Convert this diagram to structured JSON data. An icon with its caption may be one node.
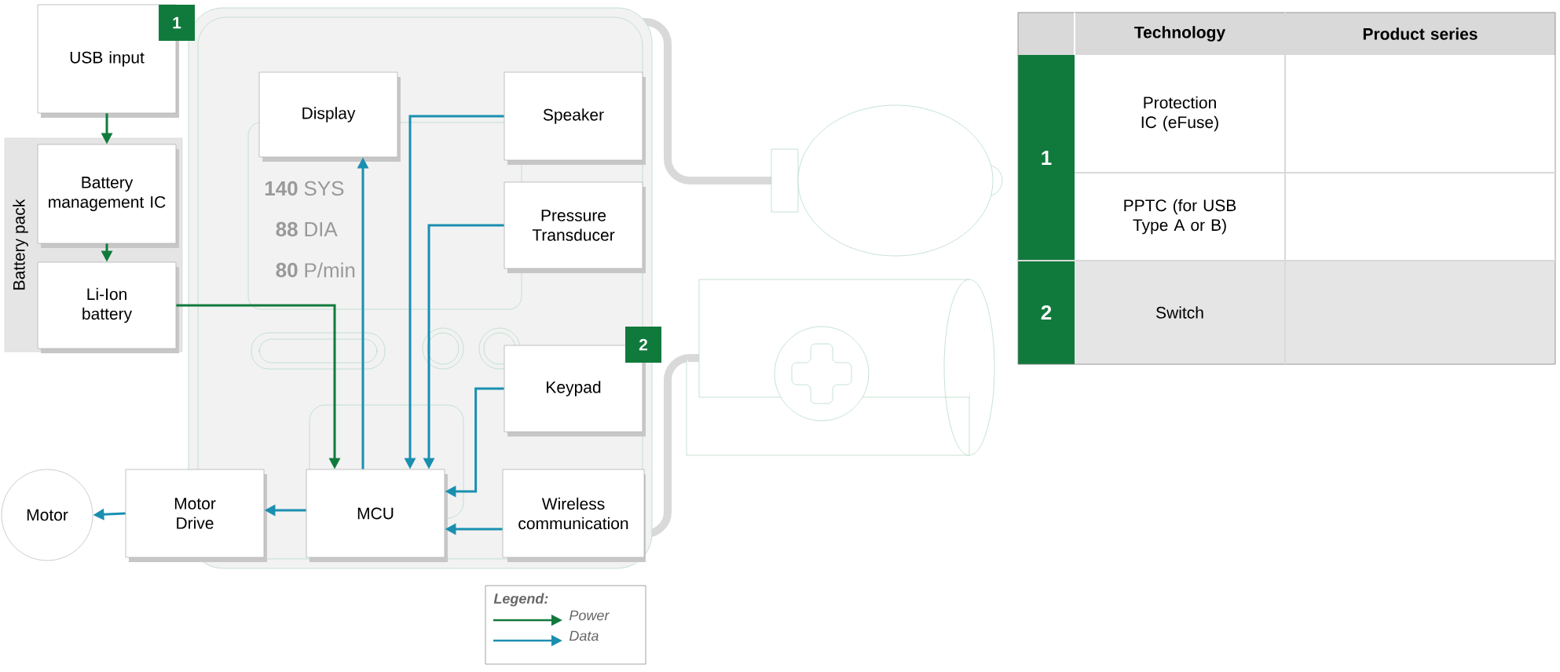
{
  "diagram": {
    "nodes": [
      {
        "text": [
          "USB input"
        ]
      },
      {
        "text": [
          "Battery pack"
        ]
      },
      {
        "text": [
          "Battery management IC"
        ],
        "in": 1
      },
      {
        "text": [
          "Li-Ion battery"
        ],
        "in": 1
      },
      {
        "text": [
          "Display"
        ]
      },
      {
        "text": [
          "Speaker"
        ]
      },
      {
        "text": [
          "Pressure Transducer"
        ]
      },
      {
        "text": [
          "Keypad"
        ]
      },
      {
        "text": [
          "Motor"
        ]
      },
      {
        "text": [
          "Motor Drive"
        ]
      },
      {
        "text": [
          "MCU"
        ]
      },
      {
        "text": [
          "Wireless communication"
        ]
      }
    ],
    "edges": [
      {
        "from": 0,
        "to": 2,
        "arrow": "to",
        "color": "#107a3c"
      },
      {
        "from": 2,
        "to": 3,
        "arrow": "to",
        "color": "#107a3c"
      },
      {
        "from": 3,
        "to": 10,
        "arrow": "to",
        "color": "#107a3c"
      },
      {
        "from": 10,
        "to": 4,
        "arrow": "to"
      },
      {
        "from": 5,
        "to": 10,
        "arrow": "to"
      },
      {
        "from": 6,
        "to": 10,
        "arrow": "to"
      },
      {
        "from": 7,
        "to": 10,
        "arrow": "to"
      },
      {
        "from": 11,
        "to": 10,
        "arrow": "to"
      },
      {
        "from": 10,
        "to": 9,
        "arrow": "to"
      },
      {
        "from": 9,
        "to": 8,
        "arrow": "to"
      }
    ],
    "labels": [
      "1",
      "2",
      "140",
      "SYS",
      "88",
      "DIA",
      "80",
      "P/min",
      "Legend:",
      "Technology",
      "Product series",
      "1",
      "Protection IC (eFuse)",
      "PPTC (for USB Type A or B)",
      "2",
      "Switch"
    ],
    "legend": [
      {
        "text": "Power"
      },
      {
        "text": "Data"
      }
    ]
  }
}
